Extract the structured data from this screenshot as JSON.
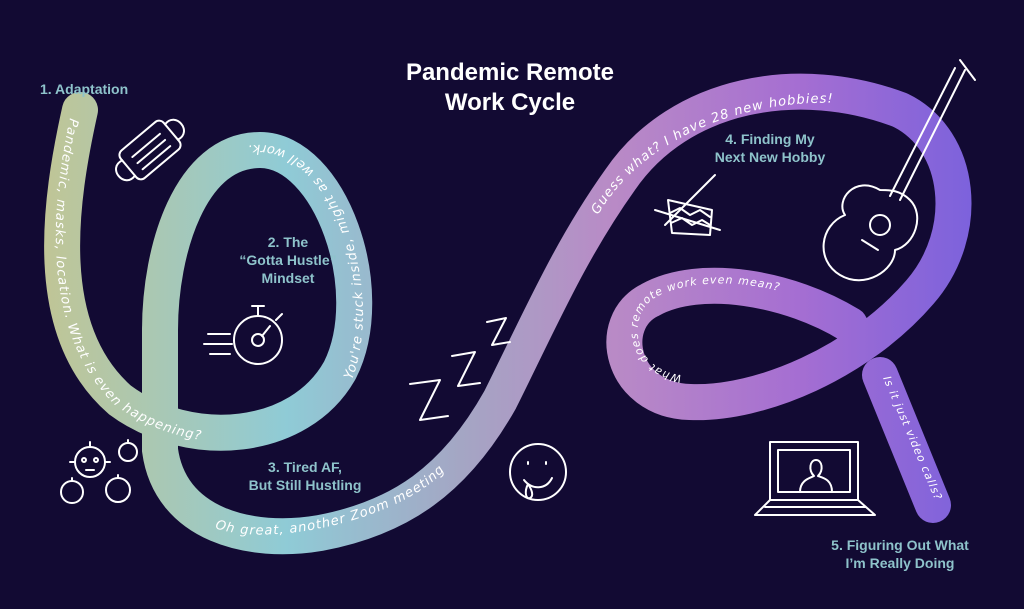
{
  "title": {
    "line1": "Pandemic Remote",
    "line2": "Work Cycle"
  },
  "stages": [
    {
      "label": "1. Adaptation"
    },
    {
      "label_line1": "2. The",
      "label_line2": "“Gotta Hustle”",
      "label_line3": "Mindset"
    },
    {
      "label_line1": "3. Tired AF,",
      "label_line2": "But Still Hustling"
    },
    {
      "label_line1": "4. Finding My",
      "label_line2": "Next New Hobby"
    },
    {
      "label_line1": "5. Figuring Out What",
      "label_line2": "I’m Really Doing"
    }
  ],
  "ribbon_notes": [
    "Pandemic, masks, location. What is even happening?",
    "You're stuck inside, might as well work.",
    "Oh great, another Zoom meeting!",
    "Guess what? I have 28 new hobbies!",
    "What does remote work even mean?",
    "Is it just video calls?"
  ],
  "colors": {
    "background": "#120a33",
    "label": "#8ec3cb",
    "ribbon_start": "#c9c48a",
    "ribbon_mid": "#8fcbd6",
    "ribbon_end": "#7c62dc"
  },
  "icons": [
    "face-mask-icon",
    "stopwatch-icon",
    "virus-icon",
    "sleep-zzz-icon",
    "tearful-smiley-icon",
    "knitting-icon",
    "guitar-icon",
    "laptop-video-call-icon"
  ]
}
